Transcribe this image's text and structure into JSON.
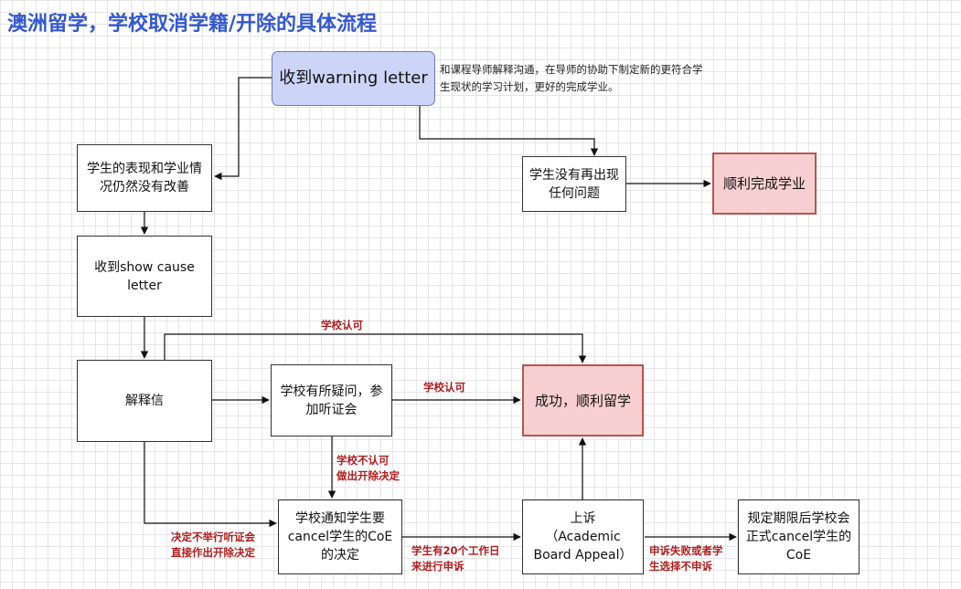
{
  "title": "澳洲留学，学校取消学籍/开除的具体流程",
  "nodes": {
    "warning": "收到warning letter",
    "note": "和课程导师解释沟通，在导师的协助下制定新的更符合学生现状的学习计划，更好的完成学业。",
    "no_improve": "学生的表现和学业情况仍然没有改善",
    "no_issue": "学生没有再出现任何问题",
    "complete": "顺利完成学业",
    "show_cause": "收到show cause letter",
    "explanation": "解释信",
    "hearing": "学校有所疑问，参加听证会",
    "success": "成功，顺利留学",
    "notify_cancel": "学校通知学生要cancel学生的CoE的决定",
    "appeal": "上诉\n（Academic Board Appeal）",
    "formal_cancel": "规定期限后学校会正式cancel学生的CoE"
  },
  "labels": {
    "approve_top": "学校认可",
    "approve_mid": "学校认可",
    "reject": "学校不认可\n做出开除决定",
    "no_hearing": "决定不举行听证会\n直接作出开除决定",
    "days20": "学生有20个工作日\n来进行申诉",
    "appeal_fail": "申诉失败或者学\n生选择不申诉"
  },
  "colors": {
    "title": "#3358cf",
    "start_fill": "#ccd5f7",
    "success_fill": "#f8cfd0",
    "success_border": "#b85450",
    "label_text": "#b01d1d"
  }
}
